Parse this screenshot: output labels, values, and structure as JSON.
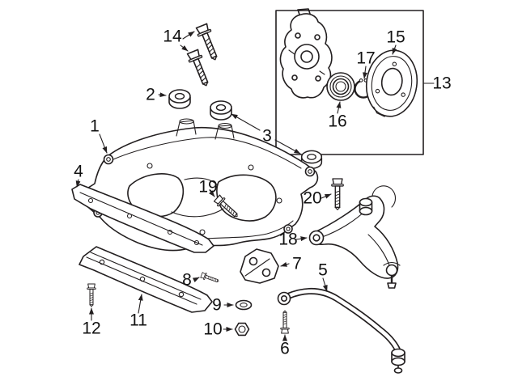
{
  "diagram": {
    "colors": {
      "background": "#ffffff",
      "line": "#231f20",
      "label": "#111111"
    },
    "callouts": {
      "c1": "1",
      "c2": "2",
      "c3": "3",
      "c4": "4",
      "c5": "5",
      "c6": "6",
      "c7": "7",
      "c8": "8",
      "c9": "9",
      "c10": "10",
      "c11": "11",
      "c12": "12",
      "c13": "13",
      "c14": "14",
      "c15": "15",
      "c16": "16",
      "c17": "17",
      "c18": "18",
      "c19": "19",
      "c20": "20"
    }
  }
}
